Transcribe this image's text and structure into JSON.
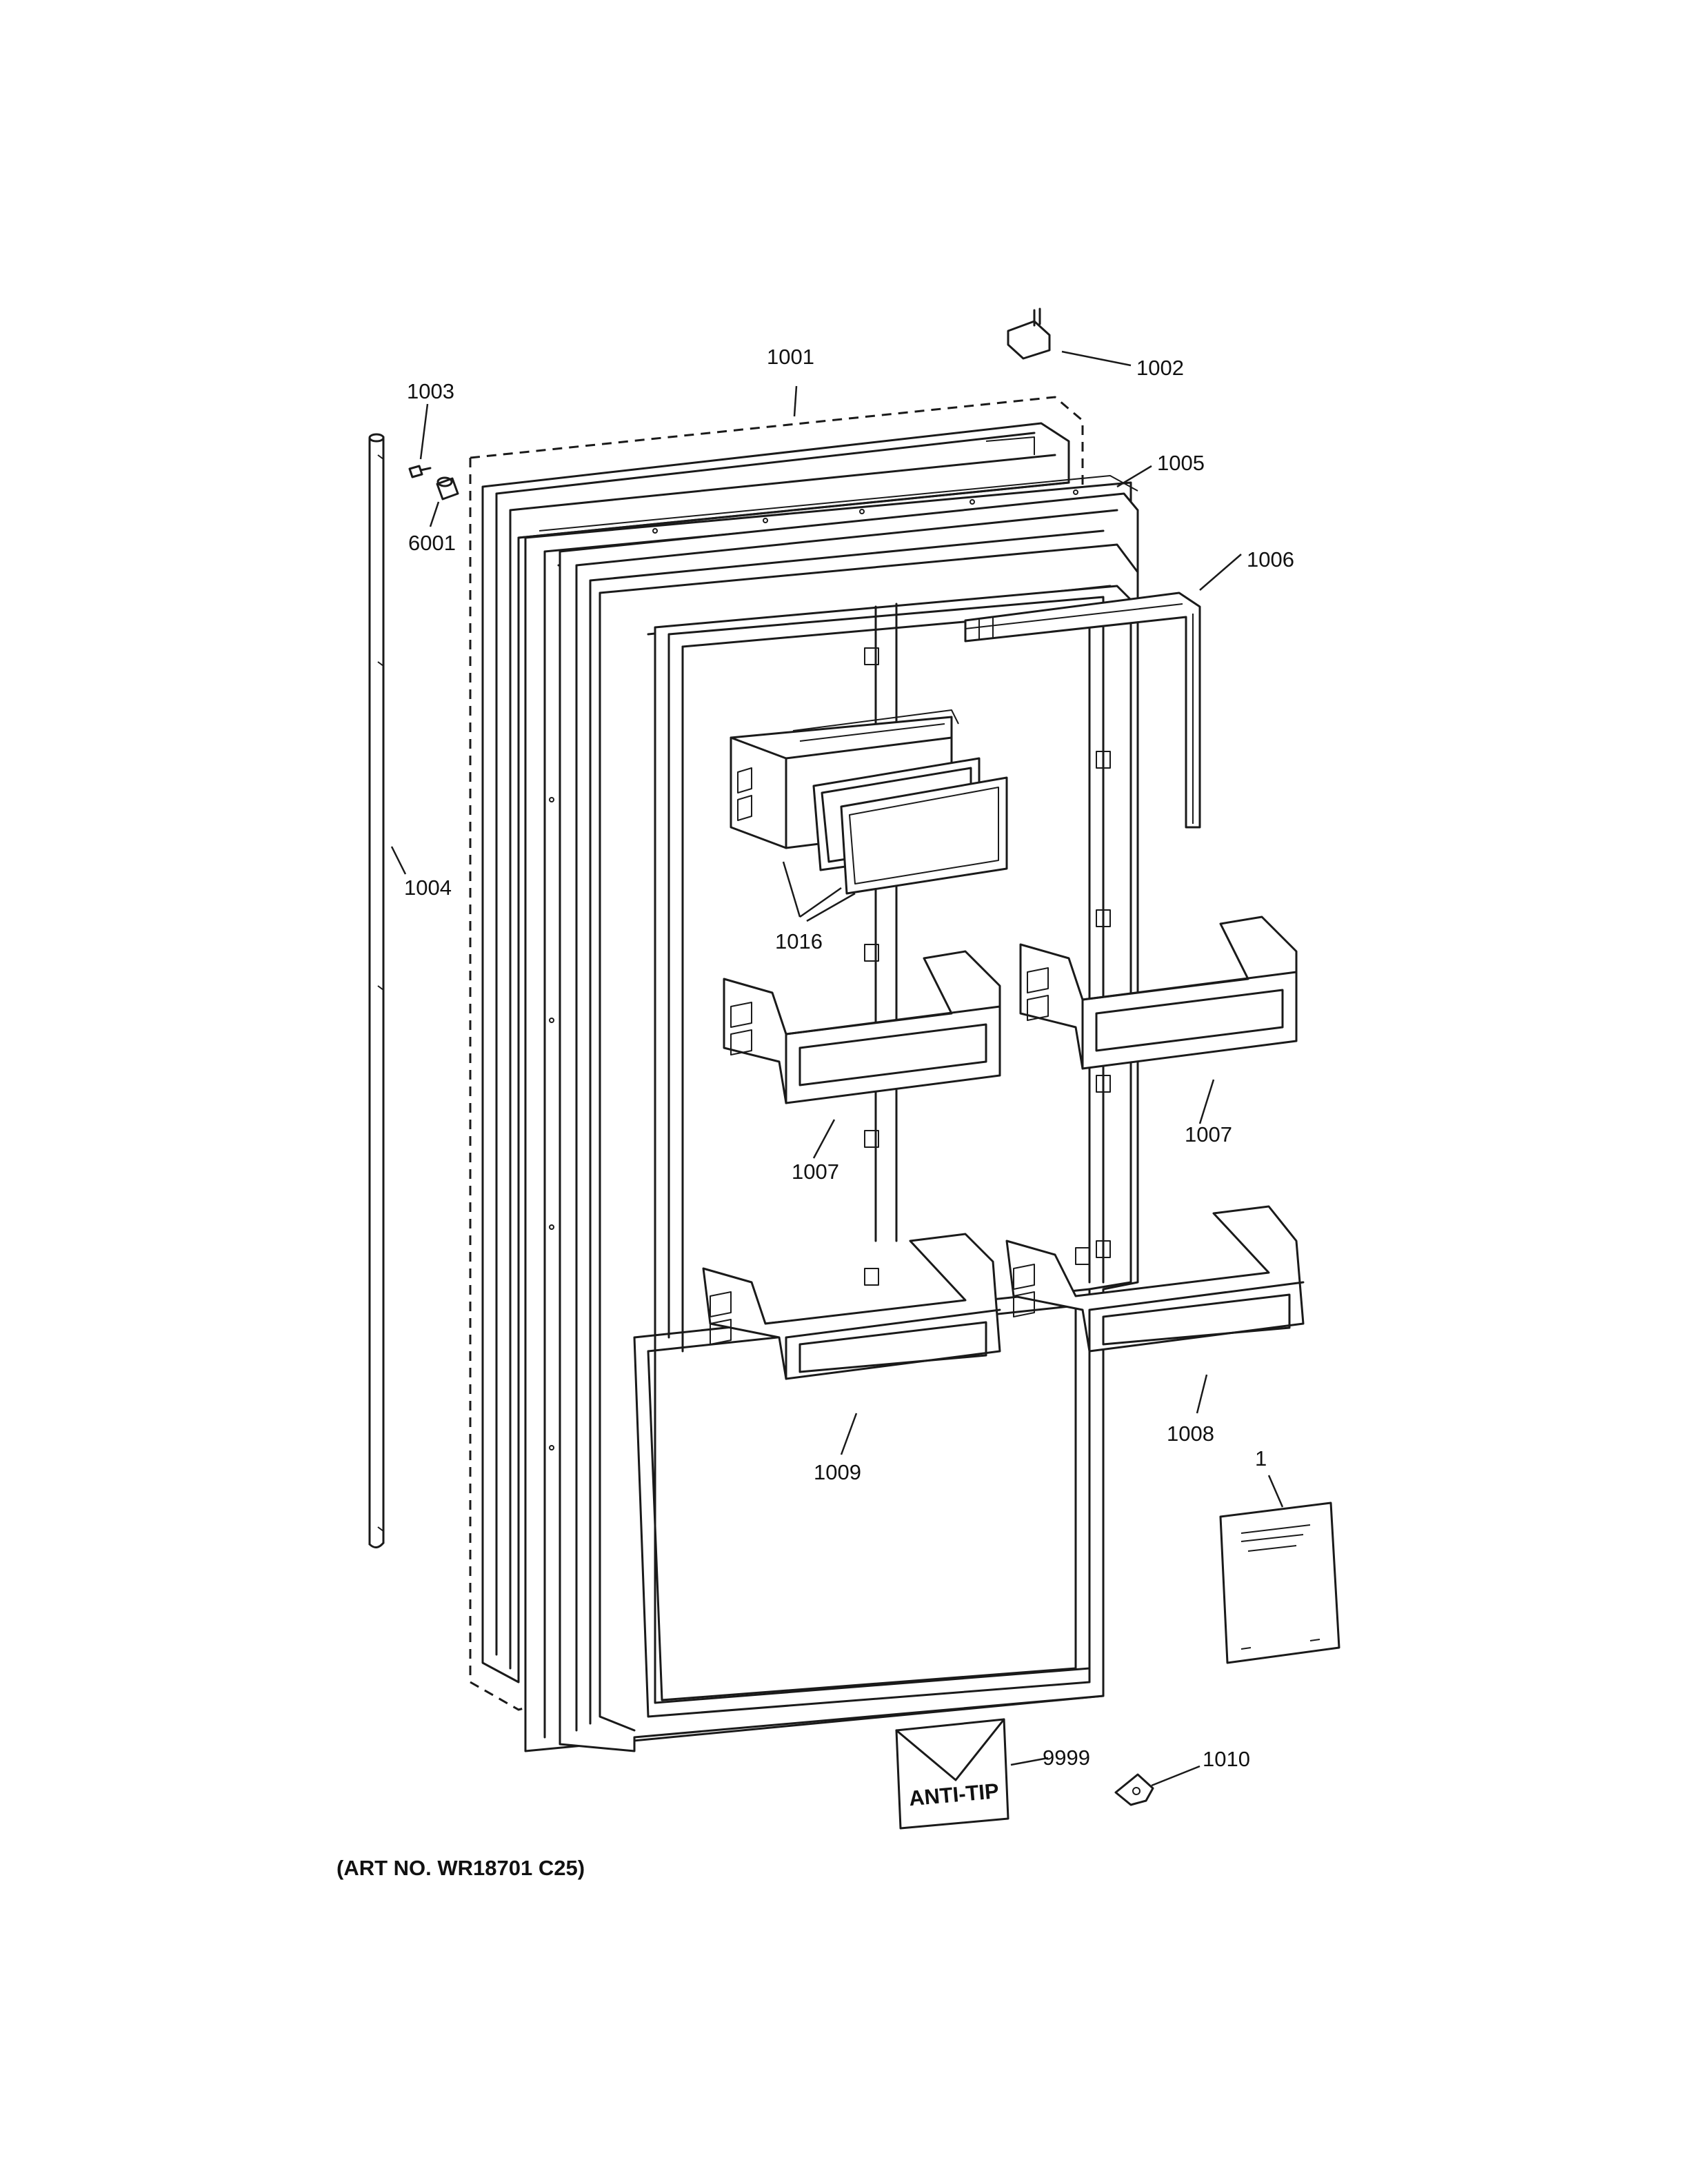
{
  "art_number": "(ART NO. WR18701 C25)",
  "envelope_text": "ANTI-TIP",
  "callouts": {
    "c1001": "1001",
    "c1002": "1002",
    "c1003": "1003",
    "c6001": "6001",
    "c1004": "1004",
    "c1005": "1005",
    "c1006": "1006",
    "c1016": "1016",
    "c1007a": "1007",
    "c1007b": "1007",
    "c1009": "1009",
    "c1008": "1008",
    "c1": "1",
    "c9999": "9999",
    "c1010": "1010"
  }
}
